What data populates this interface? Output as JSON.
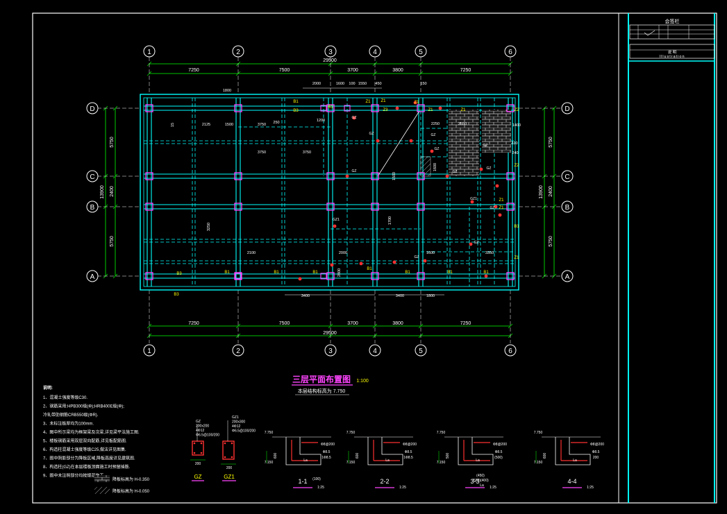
{
  "title_block": {
    "header": "会签栏",
    "sub_label": "说 明",
    "sub_label_en": "Illustration"
  },
  "axes_top": [
    "1",
    "2",
    "3",
    "4",
    "5",
    "6"
  ],
  "axes_bottom": [
    "1",
    "2",
    "3",
    "4",
    "5",
    "6"
  ],
  "axes_rows": [
    "D",
    "C",
    "B",
    "A"
  ],
  "dims_top_spans": [
    "7250",
    "7500",
    "3700",
    "3800",
    "7250"
  ],
  "dims_top_total": "29500",
  "dims_bottom_spans": [
    "7250",
    "7500",
    "3700",
    "3800",
    "7250"
  ],
  "dims_bottom_total": "29500",
  "dims_left_spans": [
    "5750",
    "2400",
    "5750"
  ],
  "dims_left_total": "13900",
  "dims_right_spans": [
    "5750",
    "2400",
    "5750"
  ],
  "dims_right_total": "13900",
  "inner_dims": {
    "top_row": [
      "1800",
      "2000",
      "1600",
      "100",
      "1550",
      "450",
      "150"
    ],
    "mid_row": [
      "2125",
      "1500",
      "3750",
      "250",
      "1200"
    ],
    "center": [
      "3750",
      "3750"
    ],
    "lower": [
      "2100",
      "2000",
      "1600",
      "3350"
    ],
    "bottom": [
      "3400",
      "3400",
      "1800"
    ],
    "right_area": [
      "2250",
      "2550",
      "1400",
      "210",
      "240"
    ],
    "vertical": [
      "3250",
      "1700",
      "2800",
      "1600",
      "15",
      "1500"
    ]
  },
  "labels": {
    "gz": "GZ",
    "gz1": "GZ1",
    "b1": "B1",
    "b3": "B3",
    "z1": "Z1",
    "z2": "Z2",
    "z3": "Z3"
  },
  "plan_title": "三层平面布置图",
  "plan_scale": "1:100",
  "plan_sub": "本层结构标高为 7.750",
  "notes_title": "说明:",
  "notes": [
    "1、混凝土强度等级C30.",
    "2、钢筋采用:HPB300级(Φ);HRB400E级(Φ);",
    "   冷轧带肋钢筋CRB550级(ΦR).",
    "3、未标注板厚均为100mm.",
    "4、图中所示梁均为框架梁及次梁,详见梁平法施工图.",
    "5、楼板钢筋采用双层双向配筋,详见板配筋图.",
    "6、构造柱混凝土强度等级C25,做法详见图集.",
    "7、图中阴影部分为降板区域,降板高度详见建筑图.",
    "8、构造柱(GZ)在本层楼板顶面施工时预留插筋.",
    "9、图中未注明部分均按规范施工"
  ],
  "legend": [
    {
      "label": "降板标高为 H-0.350"
    },
    {
      "label": "降板标高为 H-0.050"
    }
  ],
  "gz_detail": {
    "name1": "GZ",
    "name2": "GZ1",
    "text1": [
      "GZ",
      "200x200",
      "4Φ12",
      "Φ6.5@100/200"
    ],
    "text2": [
      "GZ1",
      "200x300",
      "4Φ12",
      "Φ6.5@100/200"
    ],
    "dim1": "200",
    "dim2": "200"
  },
  "sections": [
    {
      "name": "1-1",
      "note": "(100)",
      "scale": "1:25",
      "elev_top": "7.750",
      "elev_bot": "7.150",
      "dims": [
        "600",
        "Ф8@200",
        "Ф8.5",
        "1Ф8.5",
        "La"
      ]
    },
    {
      "name": "2-2",
      "note": "",
      "scale": "1:25",
      "elev_top": "7.750",
      "elev_bot": "7.150",
      "dims": [
        "600",
        "Ф8@200",
        "Ф8.5",
        "1Ф8.5",
        "La"
      ]
    },
    {
      "name": "3-3",
      "note": "",
      "scale": "1:25",
      "elev_top": "7.750",
      "elev_bot": "7.150",
      "dims": [
        "500",
        "Ф8@200",
        "Ф8.5",
        "(500)",
        "(450)",
        "(500)(400)",
        "La"
      ]
    },
    {
      "name": "4-4",
      "note": "",
      "scale": "1:25",
      "elev_top": "7.750",
      "elev_bot": "7.150",
      "dims": [
        "600",
        "Ф8@200",
        "Ф8.5",
        "200",
        "La"
      ]
    }
  ]
}
